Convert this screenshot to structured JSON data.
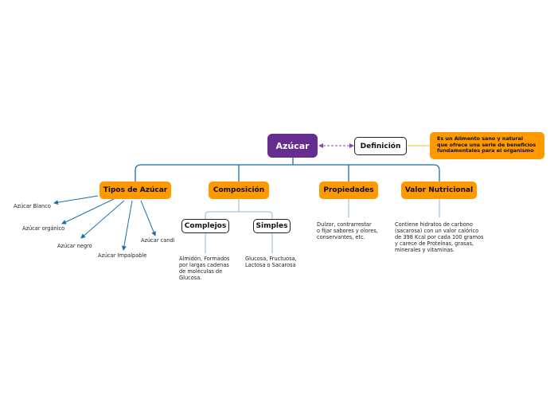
{
  "root": {
    "label": "Azúcar"
  },
  "definition": {
    "label": "Definición",
    "note_lines": [
      "Es un Alimento sano y natural",
      "que ofrece una serie de beneficios",
      "fundamentales para el organismo"
    ]
  },
  "branches": {
    "tipos": {
      "label": "Tipos de Azúcar",
      "items": [
        "Azúcar Blanco",
        "Azúcar orgánico",
        "Azúcar negro",
        "Azúcar Impalpable",
        "Azúcar candi"
      ]
    },
    "composicion": {
      "label": "Composición",
      "complejos": {
        "label": "Complejos",
        "lines": [
          "Almidón, Formados",
          "por largas cadenas",
          "de moléculas de",
          "Glucosa."
        ]
      },
      "simples": {
        "label": "Simples",
        "lines": [
          "Glucosa, Fructuosa,",
          "Lactosa o Sacarosa"
        ]
      }
    },
    "propiedades": {
      "label": "Propiedades",
      "lines": [
        "Dulzor, contrarrestar",
        "o fijar sabores y olores,",
        "conservantes, etc."
      ]
    },
    "valor": {
      "label": "Valor Nutricional",
      "lines": [
        "Contiene hidratos de carbono",
        "(sacarosa) con un valor calórico",
        "de 398 Kcal por cada 100 gramos",
        "y carece de Proteínas, grasas,",
        "minerales y vitaminas."
      ]
    }
  },
  "colors": {
    "root_fill": "#662d91",
    "topic_fill": "#ff9900",
    "connector": "#1a6fa8",
    "definition_link": "#8e44ad",
    "note_link": "#f5c35a"
  }
}
